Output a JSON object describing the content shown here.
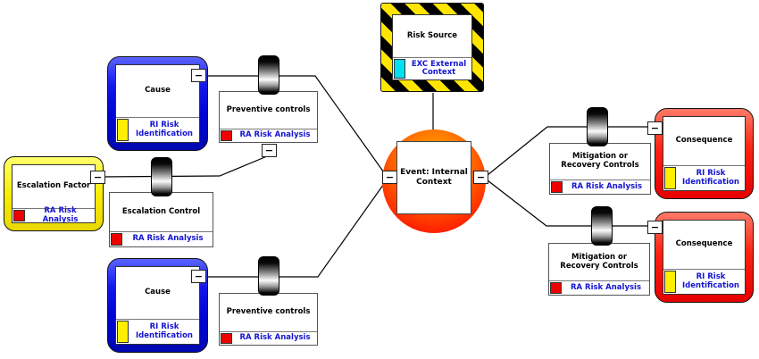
{
  "icons": {
    "collapse": "−"
  },
  "colors": {
    "cause_node_frame": "#0008d0",
    "consequence_node_frame": "#ee0000",
    "escalation_factor_frame": "#f7ec00",
    "hazard_stripe_yellow": "#ffe500",
    "hazard_stripe_black": "#000000",
    "event_circle": "#ff3c00",
    "risk_identification_chip": "#ffee00",
    "risk_analysis_chip": "#ee0000",
    "external_context_chip": "#00e0f0",
    "tag_text": "#1414d2"
  },
  "nodes": {
    "risk_source": {
      "title": "Risk Source",
      "tag": "EXC External Context"
    },
    "event": {
      "title": "Event: Internal Context"
    },
    "cause_top": {
      "title": "Cause",
      "tag": "RI Risk Identification"
    },
    "preventive_top": {
      "title": "Preventive controls",
      "tag": "RA Risk Analysis"
    },
    "escalation_factor": {
      "title": "Escalation Factor",
      "tag": "RA Risk Analysis"
    },
    "escalation_control": {
      "title": "Escalation Control",
      "tag": "RA Risk Analysis"
    },
    "cause_bottom": {
      "title": "Cause",
      "tag": "RI Risk Identification"
    },
    "preventive_bottom": {
      "title": "Preventive controls",
      "tag": "RA Risk Analysis"
    },
    "mitigation_top": {
      "title": "Mitigation or Recovery Controls",
      "tag": "RA Risk Analysis"
    },
    "consequence_top": {
      "title": "Consequence",
      "tag": "RI Risk Identification"
    },
    "mitigation_bottom": {
      "title": "Mitigation or Recovery Controls",
      "tag": "RA Risk Analysis"
    },
    "consequence_bottom": {
      "title": "Consequence",
      "tag": "RI Risk Identification"
    }
  }
}
